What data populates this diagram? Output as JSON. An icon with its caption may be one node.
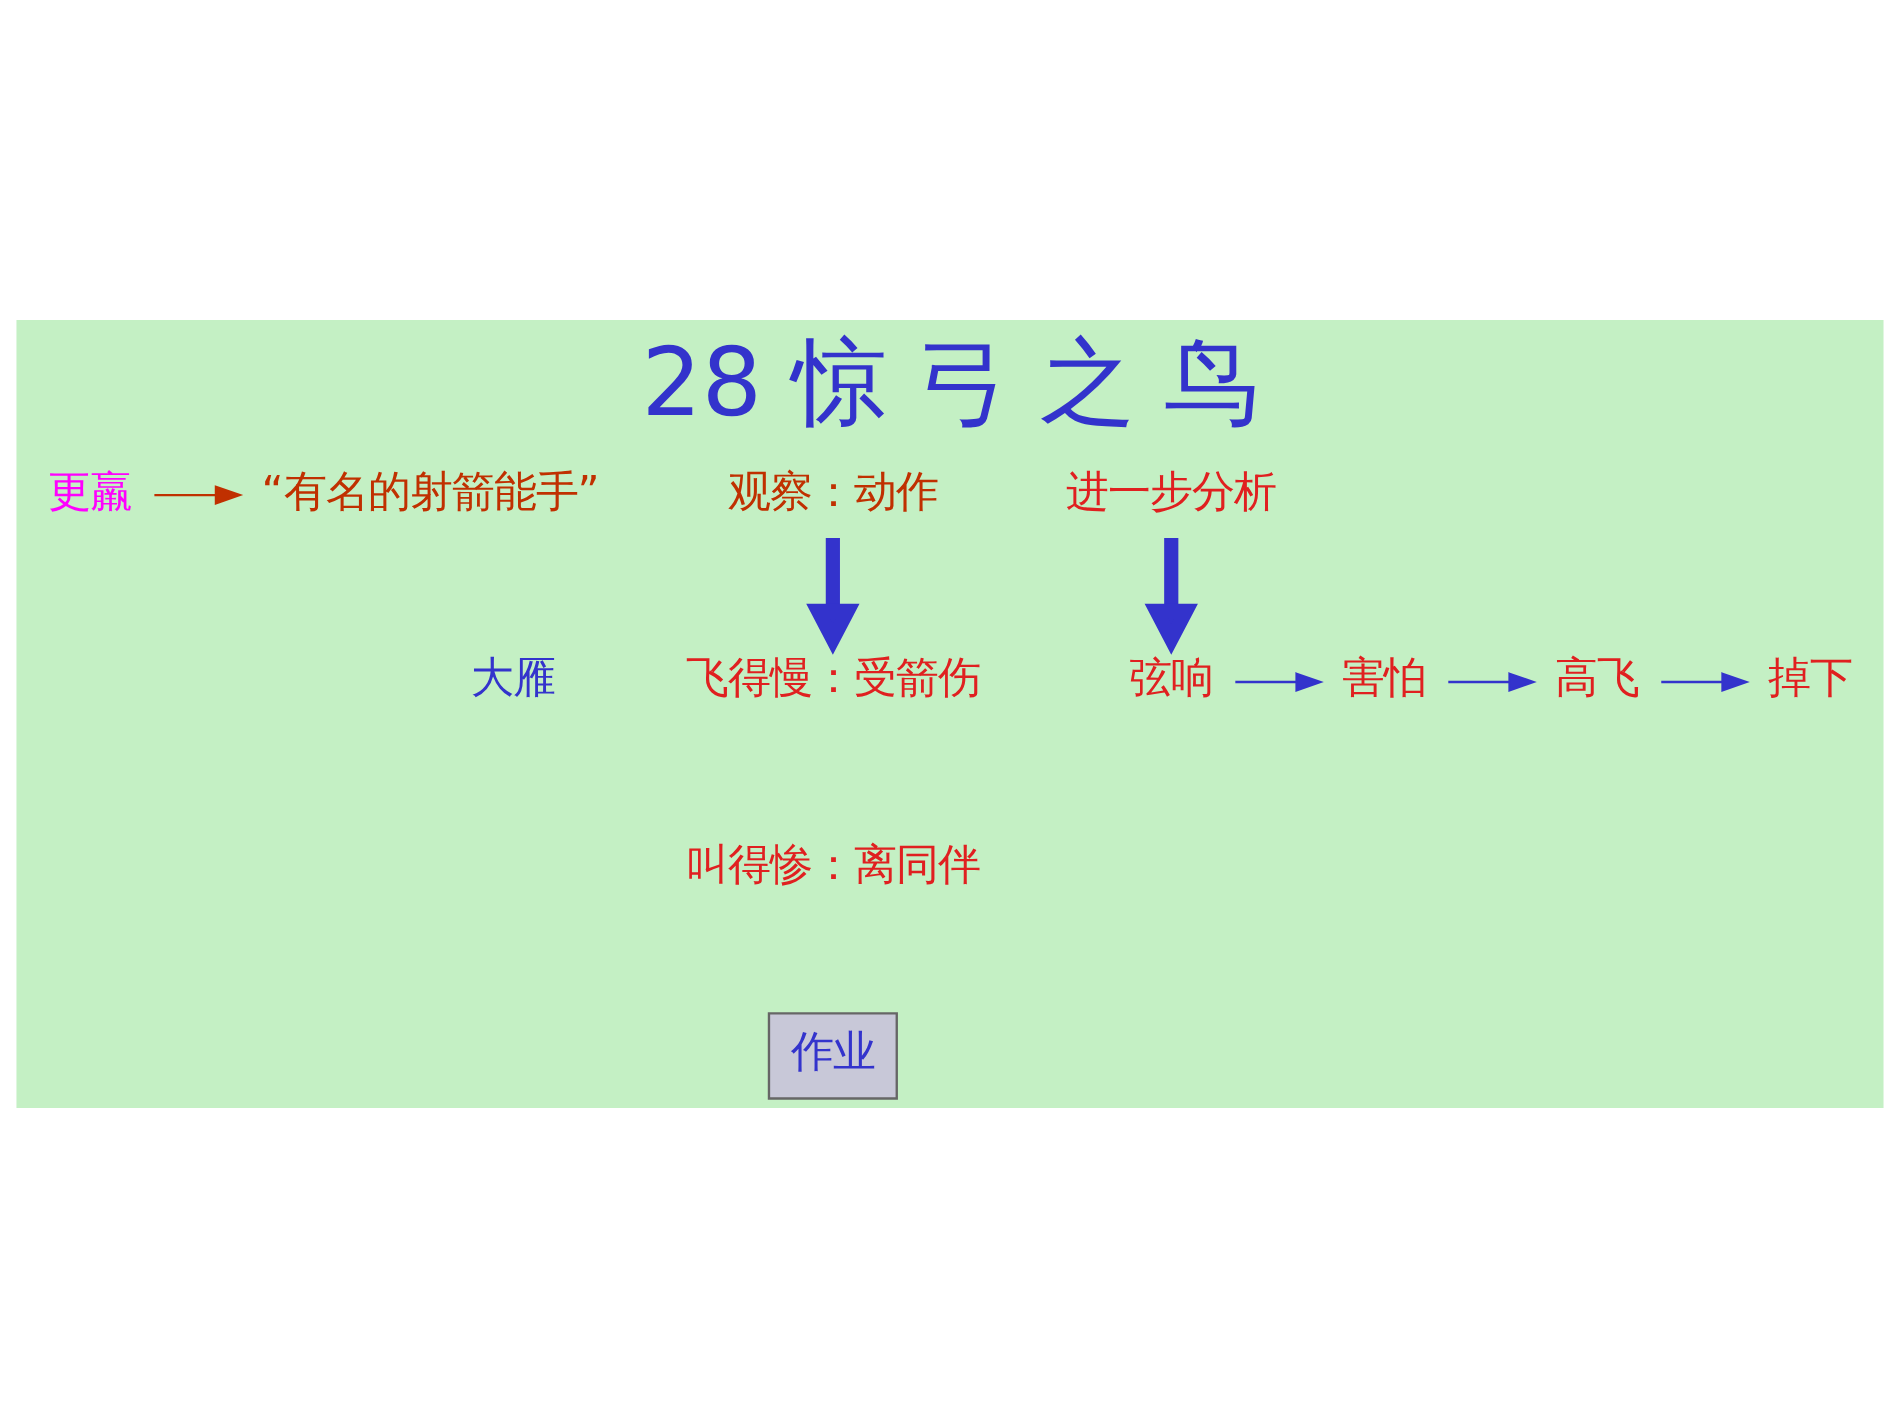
{
  "diagram": {
    "title": "28 惊 弓 之 鸟",
    "nodes": [
      {
        "text": [
          "更羸"
        ]
      },
      {
        "text": [
          "“有名的射箭能手”"
        ]
      },
      {
        "text": [
          "观察：动作"
        ]
      },
      {
        "text": [
          "进一步分析"
        ]
      },
      {
        "text": [
          "大雁"
        ]
      },
      {
        "text": [
          "飞得慢：受箭伤"
        ]
      },
      {
        "text": [
          "叫得惨：离同伴"
        ]
      },
      {
        "text": [
          "弦响"
        ]
      },
      {
        "text": [
          "害怕"
        ]
      },
      {
        "text": [
          "高飞"
        ]
      },
      {
        "text": [
          "掉下"
        ]
      },
      {
        "text": [
          "作业"
        ]
      }
    ],
    "edges": [
      {
        "from": 0,
        "to": 1,
        "arrow": "to",
        "color": "#c03000"
      },
      {
        "from": 2,
        "to": 5,
        "arrow": "to",
        "style": "thick"
      },
      {
        "from": 3,
        "to": 7,
        "arrow": "to",
        "style": "thick"
      },
      {
        "from": 7,
        "to": 8,
        "arrow": "to"
      },
      {
        "from": 8,
        "to": 9,
        "arrow": "to"
      },
      {
        "from": 9,
        "to": 10,
        "arrow": "to"
      }
    ]
  }
}
